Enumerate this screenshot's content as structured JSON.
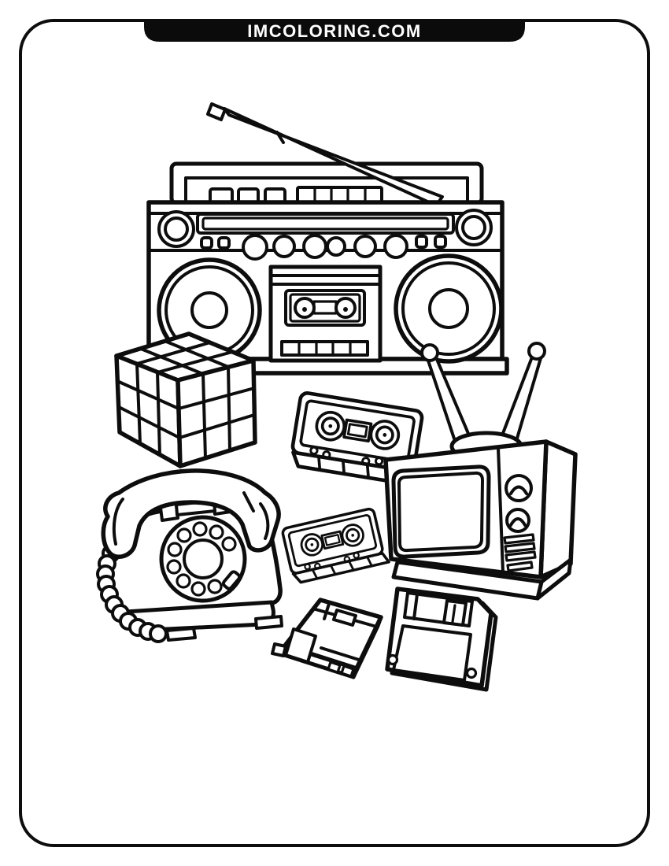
{
  "page": {
    "banner_text": "IMCOLORING.COM",
    "colors": {
      "ink": "#0d0d0d",
      "paper": "#ffffff",
      "banner_bg": "#0b0b0b",
      "banner_text": "#ffffff"
    }
  },
  "illustration": {
    "title": "Retro electronics coloring page",
    "objects": [
      {
        "id": "boombox",
        "label": "boombox radio with cassette deck and antenna"
      },
      {
        "id": "rubiks-cube",
        "label": "Rubik's cube"
      },
      {
        "id": "cassette-tape-upper",
        "label": "cassette tape"
      },
      {
        "id": "crt-tv",
        "label": "CRT television with rabbit-ear antenna"
      },
      {
        "id": "rotary-phone",
        "label": "rotary dial telephone with coiled cord"
      },
      {
        "id": "cassette-tape-lower",
        "label": "cassette tape"
      },
      {
        "id": "floppy-disk-left",
        "label": "floppy disk lying flat"
      },
      {
        "id": "floppy-disk-right",
        "label": "floppy disk upright"
      }
    ]
  }
}
